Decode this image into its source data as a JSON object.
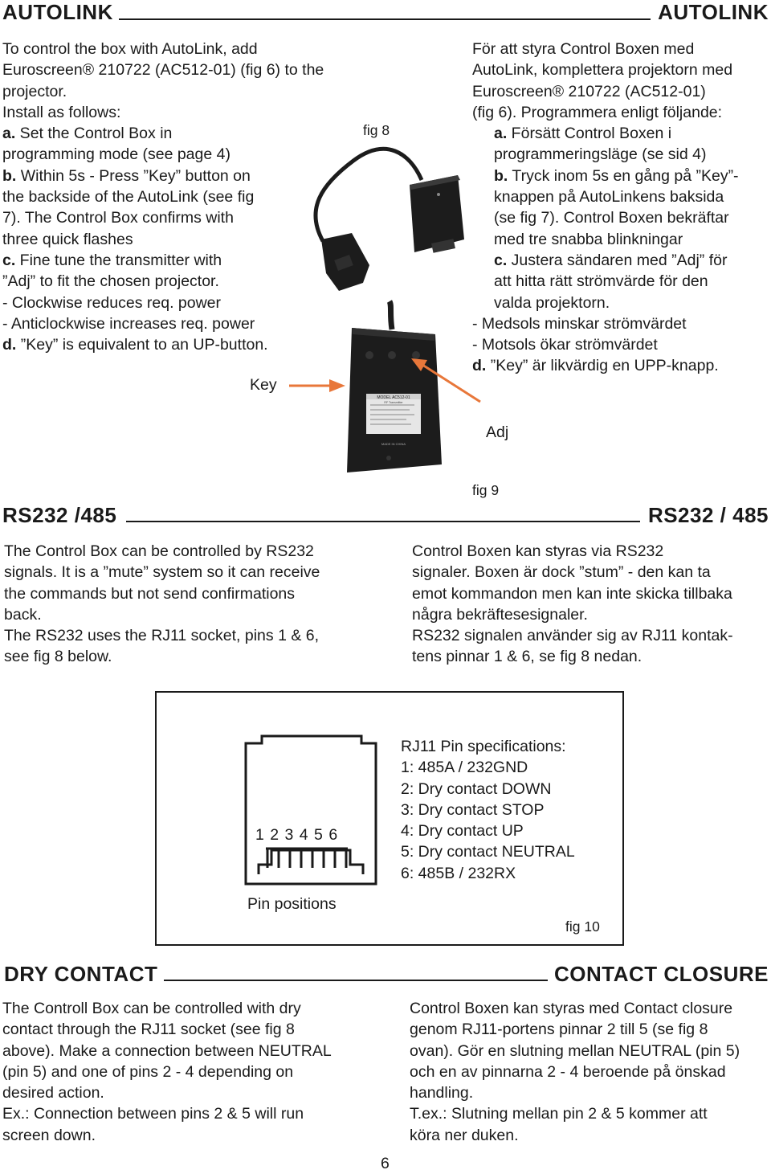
{
  "autolink": {
    "heading_left": "AUTOLINK",
    "heading_right": "AUTOLINK",
    "en": {
      "intro": [
        "To control the box with AutoLink, add",
        "Euroscreen",
        "® 210722 (AC512-01) (fig 6) to the",
        "projector.",
        "Install as follows:"
      ],
      "a_letter": "a.",
      "a_text": " Set the Control Box in",
      "a_text2": "programming mode (see page 4)",
      "b_letter": "b.",
      "b_text": " Within 5s - Press ”Key” button on",
      "b_text2": "the backside of the AutoLink (see fig",
      "b_text3": "7). The Control Box confirms with",
      "b_text4": "three quick flashes",
      "c_letter": "c.",
      "c_text": " Fine tune the transmitter with",
      "c_text2": "”Adj” to fit the chosen projector.",
      "c_text3": "- Clockwise reduces req. power",
      "c_text4": "- Anticlockwise increases req. power",
      "d_letter": "d.",
      "d_text": " ”Key” is equivalent to an UP-button."
    },
    "sv": {
      "l1": "För att styra Control Boxen med",
      "l2": "AutoLink, komplettera projektorn med",
      "l3a": "Euroscreen",
      "l3b": "® 210722 (AC512-01)",
      "l4": "(fig 6). Programmera enligt följande:",
      "a_letter": "a.",
      "a_text": " Försätt Control Boxen i",
      "a_text2": "programmeringsläge (se sid 4)",
      "b_letter": "b.",
      "b_text": " Tryck inom 5s en gång på ”Key”-",
      "b_text2": "knappen på AutoLinkens baksida",
      "b_text3": "(se fig 7). Control Boxen bekräftar",
      "b_text4": "med tre snabba blinkningar",
      "c_letter": "c.",
      "c_text": " Justera sändaren med ”Adj” för",
      "c_text2": "att hitta rätt strömvärde för den",
      "c_text3": "valda projektorn.",
      "c_text4": "- Medsols minskar strömvärdet",
      "c_text5": "- Motsols ökar strömvärdet",
      "d_letter": "d.",
      "d_text": " ”Key” är likvärdig en UPP-knapp."
    },
    "fig8_label": "fig 8",
    "key_label": "Key",
    "adj_label": "Adj",
    "fig9_label": "fig 9",
    "device_model": "MODEL AC512-01",
    "device_sub": "RF Transmitter",
    "device_made": "MADE IN CHINA"
  },
  "rs232": {
    "heading_left": "RS232 /485",
    "heading_right": "RS232 / 485",
    "en": [
      "The Control Box can be controlled by RS232",
      "signals. It is a ”mute” system so it can receive",
      "the commands but not send confirmations",
      "back.",
      "The RS232 uses the RJ11 socket, pins 1 & 6,",
      "see fig 8 below."
    ],
    "sv": [
      "Control Boxen kan styras via RS232",
      "signaler. Boxen är dock ”stum” - den kan ta",
      "emot kommandon men kan inte skicka tillbaka",
      "några bekräftesesignaler.",
      "RS232 signalen använder sig av RJ11 kontak-",
      "tens pinnar 1 & 6, se fig 8 nedan."
    ]
  },
  "rj11": {
    "pin_numbers": "1 2 3 4 5 6",
    "pin_positions_label": "Pin positions",
    "spec_title": "RJ11 Pin specifications:",
    "specs": [
      "1: 485A / 232GND",
      "2: Dry contact DOWN",
      "3: Dry contact STOP",
      "4: Dry contact UP",
      "5: Dry contact NEUTRAL",
      "6: 485B / 232RX"
    ],
    "fig10_label": "fig 10"
  },
  "dry": {
    "heading_left": "DRY CONTACT",
    "heading_right": "CONTACT CLOSURE",
    "en": [
      "The Controll Box can be controlled with dry",
      "contact through the RJ11 socket (see fig 8",
      "above). Make a connection between NEUTRAL",
      "(pin 5) and one of pins 2 - 4 depending on",
      "desired action.",
      "Ex.: Connection between pins 2 & 5 will run",
      "screen down."
    ],
    "sv": [
      "Control Boxen kan styras med Contact closure",
      "genom RJ11-portens pinnar 2 till 5 (se fig 8",
      "ovan). Gör en slutning mellan NEUTRAL (pin 5)",
      "och en av pinnarna 2 - 4 beroende på önskad",
      "handling.",
      "T.ex.: Slutning mellan pin 2 & 5 kommer att",
      "köra ner duken."
    ]
  },
  "page_number": "6",
  "colors": {
    "arrow": "#e8773a",
    "device": "#1c1c1c",
    "text": "#1a1a1a"
  }
}
